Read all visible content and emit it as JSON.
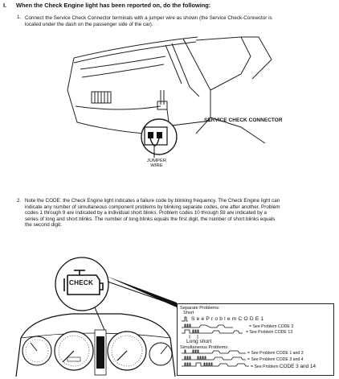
{
  "header": {
    "number": "I.",
    "title": "When the Check Engine light has been reported on, do the following:"
  },
  "step1": {
    "number": "1.",
    "line1": "Connect the Service Check Connector terminals with a jumper wire as shown (the Service Check-Connector is",
    "line2": "located under the dash on the passenger side of the car)."
  },
  "figure1": {
    "service_label_a": "SERVICE",
    "service_label_b": "CHECK CONNECTOR",
    "jumper_label_a": "JUMPER",
    "jumper_label_b": "WIRE"
  },
  "step2": {
    "number": "2.",
    "line1": "Note the CODE: the Check Engine light indicates a failure code by blinking frequency. The Check Engine light can",
    "line2": "indicate any number of simultaneous component problems by blinking separate codes, one after another. Problem",
    "line3": "codes 1 through 9 are indicated by a individual short blinks. Problem codes 10 through 59 are indicated by a",
    "line4": "series of long and short blinks. The number of long blinks equals the first digit, the number of short blinks equals",
    "line5": "the second digit."
  },
  "figure2": {
    "check_lamp": "CHECK"
  },
  "blink_panel": {
    "separate_title": "Separate Problems:",
    "short_label": "Short",
    "code1": "S e e   P r o b l e m   C O D E   1",
    "code3": "= See Problem CODE 3",
    "code13": "= See Problem CODE 13",
    "long_short": "Long short",
    "simul_title": "Simultaneous Problems:",
    "code1and3": "= See Problem CODE 1 and 3",
    "code3and4": "= See Problem CODE 3 and 4",
    "code3and14_a": "= See Problem ",
    "code3and14_b": "CODE 3 and 14"
  }
}
